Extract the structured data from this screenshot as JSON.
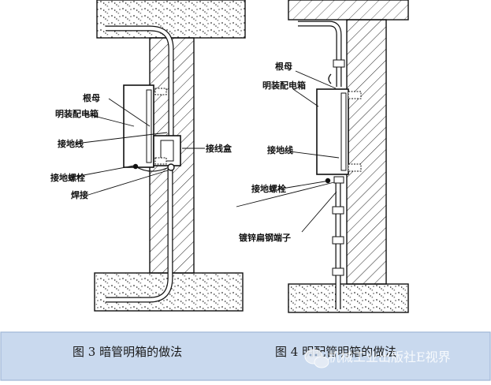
{
  "figure3": {
    "labels": {
      "lock_nut": "根母",
      "surface_box": "明装配电箱",
      "ground_wire": "接地线",
      "junction_box": "接线盒",
      "ground_bolt": "接地螺栓",
      "weld": "焊接"
    },
    "caption": "图 3  暗管明箱的做法"
  },
  "figure4": {
    "labels": {
      "lock_nut": "根母",
      "surface_box": "明装配电箱",
      "ground_wire": "接地线",
      "ground_bolt": "接地螺栓",
      "clamp": "镀锌扁钢端子"
    },
    "caption": "图 4   明配管明箱的做法"
  },
  "watermark": "机械工业出版社E视界",
  "colors": {
    "caption_band": "#c9d9ee",
    "caption_band_border": "#9fb6d6",
    "line": "#111111"
  }
}
